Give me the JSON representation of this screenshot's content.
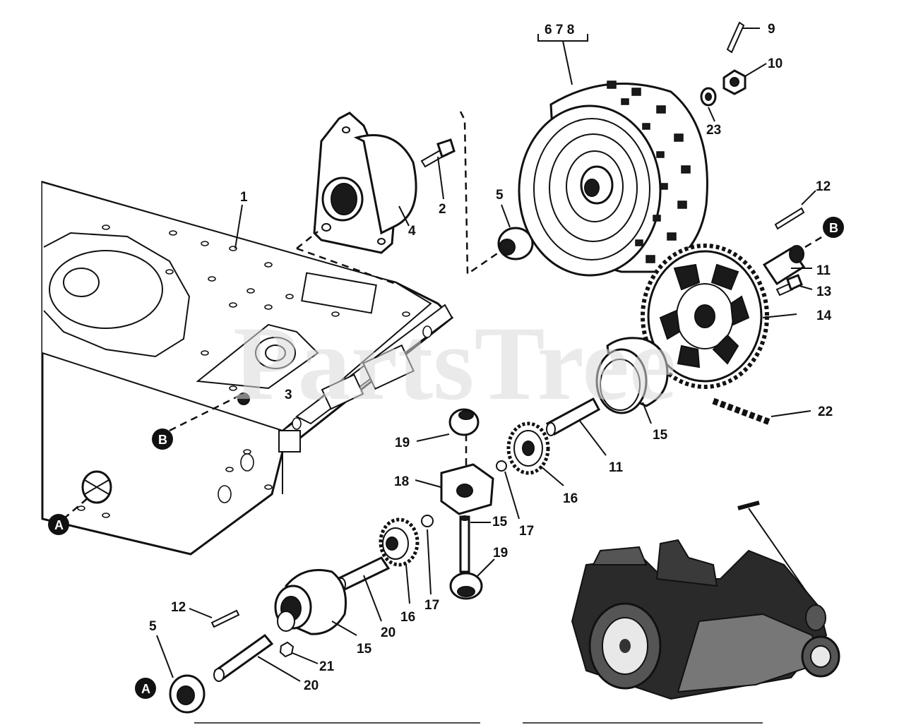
{
  "watermark": "PartsTree",
  "callouts": {
    "c1": "1",
    "c2": "2",
    "c3": "3",
    "c4": "4",
    "c5_top": "5",
    "c5_bottom": "5",
    "c678": "6 7 8",
    "c9": "9",
    "c10": "10",
    "c11_top": "11",
    "c11_mid": "11",
    "c12_top": "12",
    "c12_bottom": "12",
    "c13": "13",
    "c14": "14",
    "c15_carrier": "15",
    "c15_pin": "15",
    "c15_hub": "15",
    "c16_top": "16",
    "c16_bottom": "16",
    "c17_top": "17",
    "c17_bottom": "17",
    "c18": "18",
    "c19_top": "19",
    "c19_bottom": "19",
    "c20_upper": "20",
    "c20_lower": "20",
    "c21": "21",
    "c22": "22",
    "c23": "23"
  },
  "refs": {
    "ref_a_left": "A",
    "ref_a_bottom": "A",
    "ref_b_left": "B",
    "ref_b_right": "B"
  }
}
